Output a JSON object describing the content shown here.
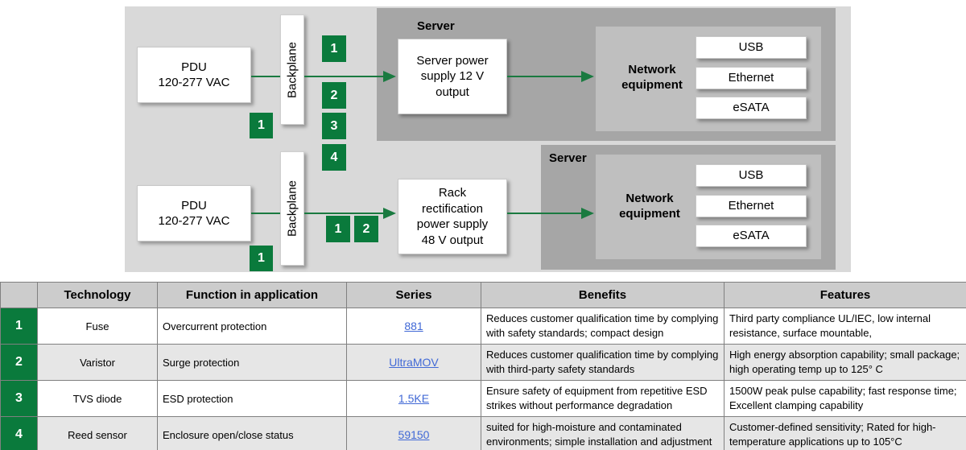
{
  "colors": {
    "brand_green": "#0a7a3c",
    "arrow_green": "#1a7a40",
    "panel_gray": "#d9d9d9",
    "server_gray": "#a6a6a6",
    "neteq_gray": "#bfbfbf",
    "header_gray": "#cccccc",
    "row_alt_gray": "#e6e6e6",
    "link_blue": "#4169d6"
  },
  "diagram": {
    "rows": [
      {
        "pdu": {
          "line1": "PDU",
          "line2": "120-277 VAC"
        },
        "backplane_label": "Backplane",
        "pdu_badge": "1",
        "column_badges": [
          "1",
          "2",
          "3",
          "4"
        ],
        "power_supply": {
          "line1": "Server power",
          "line2": "supply 12 V",
          "line3": "output"
        },
        "server_title": "Server",
        "network_equipment": {
          "line1": "Network",
          "line2": "equipment"
        },
        "ports": [
          "USB",
          "Ethernet",
          "eSATA"
        ]
      },
      {
        "pdu": {
          "line1": "PDU",
          "line2": "120-277 VAC"
        },
        "backplane_label": "Backplane",
        "pdu_badge": "1",
        "inline_badges": [
          "1",
          "2"
        ],
        "power_supply": {
          "line1": "Rack",
          "line2": "rectification",
          "line3": "power supply",
          "line4": "48 V output"
        },
        "server_title": "Server",
        "network_equipment": {
          "line1": "Network",
          "line2": "equipment"
        },
        "ports": [
          "USB",
          "Ethernet",
          "eSATA"
        ]
      }
    ]
  },
  "table": {
    "headers": [
      "",
      "Technology",
      "Function in application",
      "Series",
      "Benefits",
      "Features"
    ],
    "rows": [
      {
        "num": "1",
        "technology": "Fuse",
        "function": "Overcurrent protection",
        "series": "881",
        "benefits": "Reduces customer qualification time by complying with safety standards; compact design",
        "features": "Third party compliance UL/IEC, low internal resistance, surface mountable,"
      },
      {
        "num": "2",
        "technology": "Varistor",
        "function": "Surge protection",
        "series": "UltraMOV",
        "benefits": "Reduces customer qualification time by complying with third-party safety standards",
        "features": "High energy absorption capability; small package; high operating temp up to 125° C"
      },
      {
        "num": "3",
        "technology": "TVS diode",
        "function": "ESD protection",
        "series": "1.5KE",
        "benefits": "Ensure safety of equipment from repetitive ESD strikes  without performance degradation",
        "features": "1500W peak pulse capability; fast response time; Excellent clamping capability"
      },
      {
        "num": "4",
        "technology": "Reed sensor",
        "function": "Enclosure open/close status",
        "series": "59150",
        "benefits": "suited for high-moisture and contaminated environments; simple installation and adjustment",
        "features": "Customer-defined sensitivity; Rated for high-temperature applications up to 105°C"
      }
    ]
  }
}
